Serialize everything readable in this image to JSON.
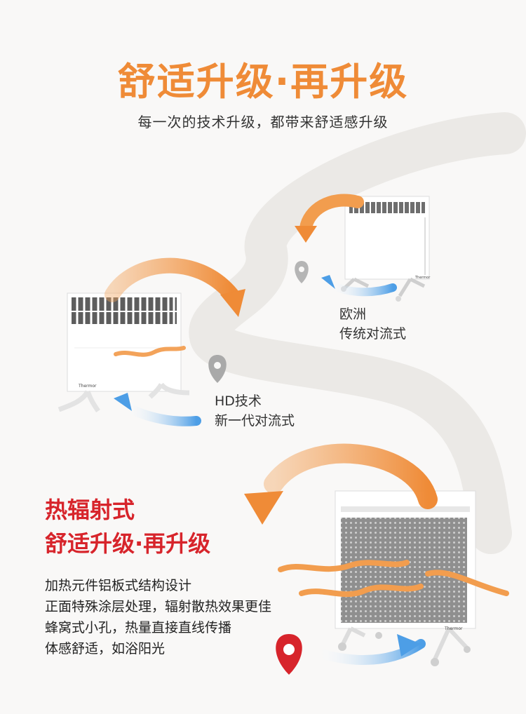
{
  "header": {
    "title": "舒适升级·再升级",
    "subtitle": "每一次的技术升级，都带来舒适感升级"
  },
  "stage_europe": {
    "line1": "欧洲",
    "line2": "传统对流式"
  },
  "stage_hd": {
    "line1": "HD技术",
    "line2": "新一代对流式"
  },
  "stage_radiant": {
    "headline1": "热辐射式",
    "headline2": "舒适升级·再升级",
    "features": [
      "加热元件铝板式结构设计",
      "正面特殊涂层处理，辐射散热效果更佳",
      "蜂窝式小孔，热量直接直线传播",
      "体感舒适，如浴阳光"
    ]
  },
  "brand": {
    "logo_text": "Thermor"
  },
  "colors": {
    "orange": "#ef8b37",
    "red": "#d7242b",
    "blue": "#5aa6e8",
    "path_gray": "#ebe9e6",
    "pin_gray": "#a9a9a9"
  }
}
